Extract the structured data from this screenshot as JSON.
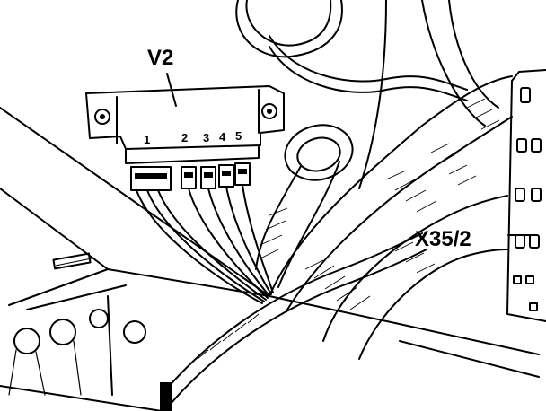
{
  "labels": {
    "module": "V2",
    "connector": "X35/2"
  },
  "pins": [
    "1",
    "2",
    "3",
    "4",
    "5"
  ],
  "colors": {
    "ink": "#000000",
    "paper": "#ffffff"
  }
}
